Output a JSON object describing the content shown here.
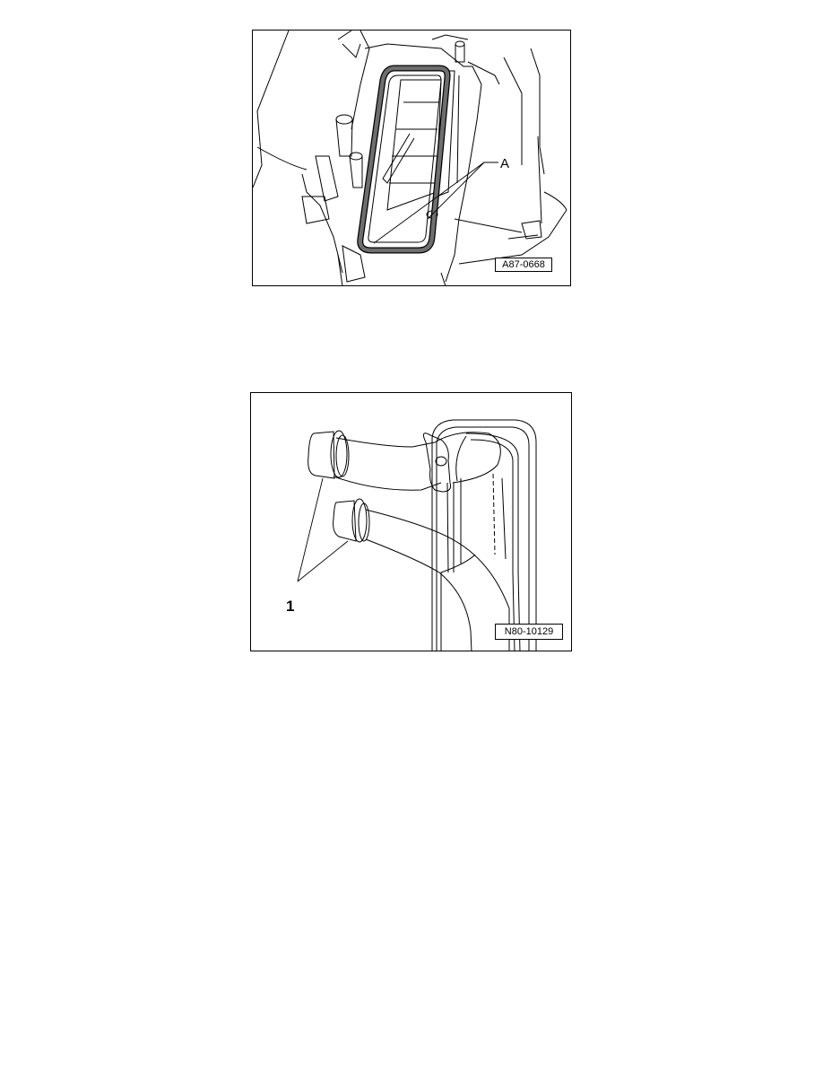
{
  "figures": [
    {
      "ref_code": "A87-0668",
      "callout": "A"
    },
    {
      "ref_code": "N80-10129",
      "callout": "1"
    }
  ],
  "colors": {
    "line": "#000000",
    "background": "#ffffff",
    "seal": "#6e6e6e"
  }
}
